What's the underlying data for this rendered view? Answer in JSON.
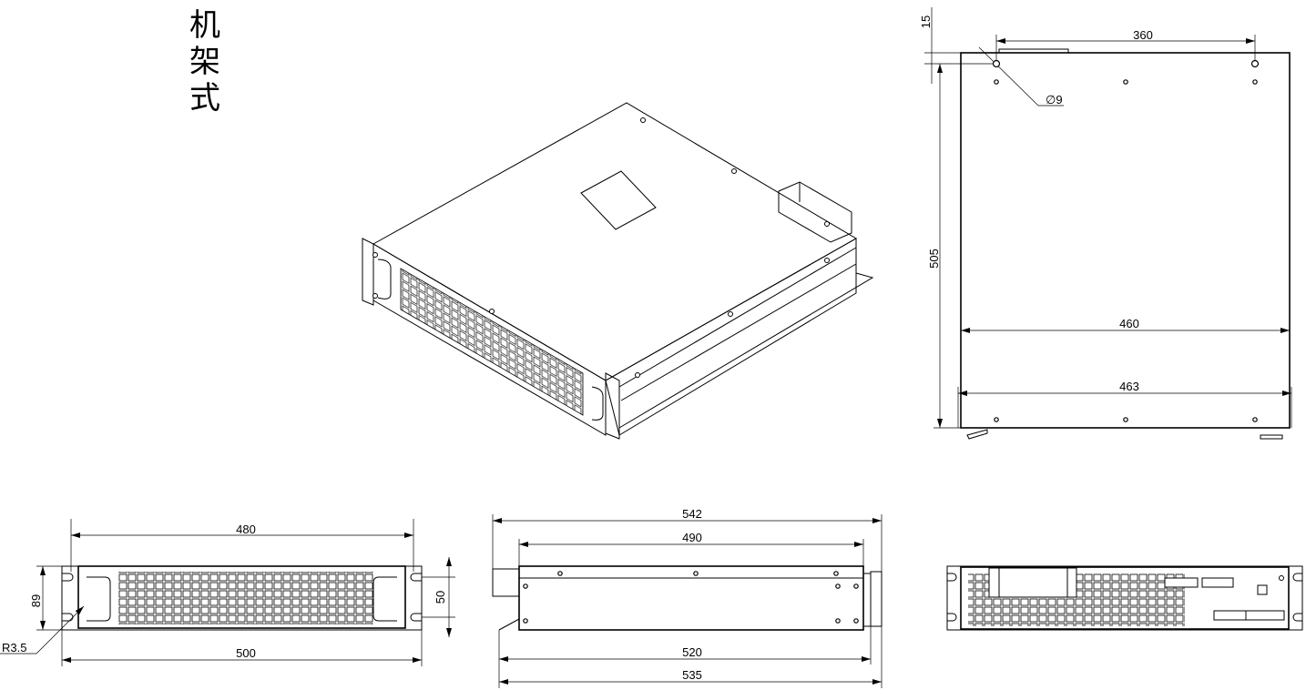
{
  "title": "机架式",
  "dimensions": {
    "top_view": {
      "offset": "15",
      "hole_spacing": "360",
      "hole_diameter": "∅9",
      "depth": "505",
      "width_inner": "460",
      "width_outer": "463"
    },
    "front_view": {
      "ear_hole_spacing": "480",
      "total_width": "500",
      "height": "89",
      "slot_height": "50",
      "radius": "R3.5"
    },
    "side_view": {
      "overall_depth": "542",
      "top_length": "490",
      "body_length": "520",
      "total_length": "535"
    }
  },
  "colors": {
    "line": "#000000",
    "background": "#ffffff"
  }
}
